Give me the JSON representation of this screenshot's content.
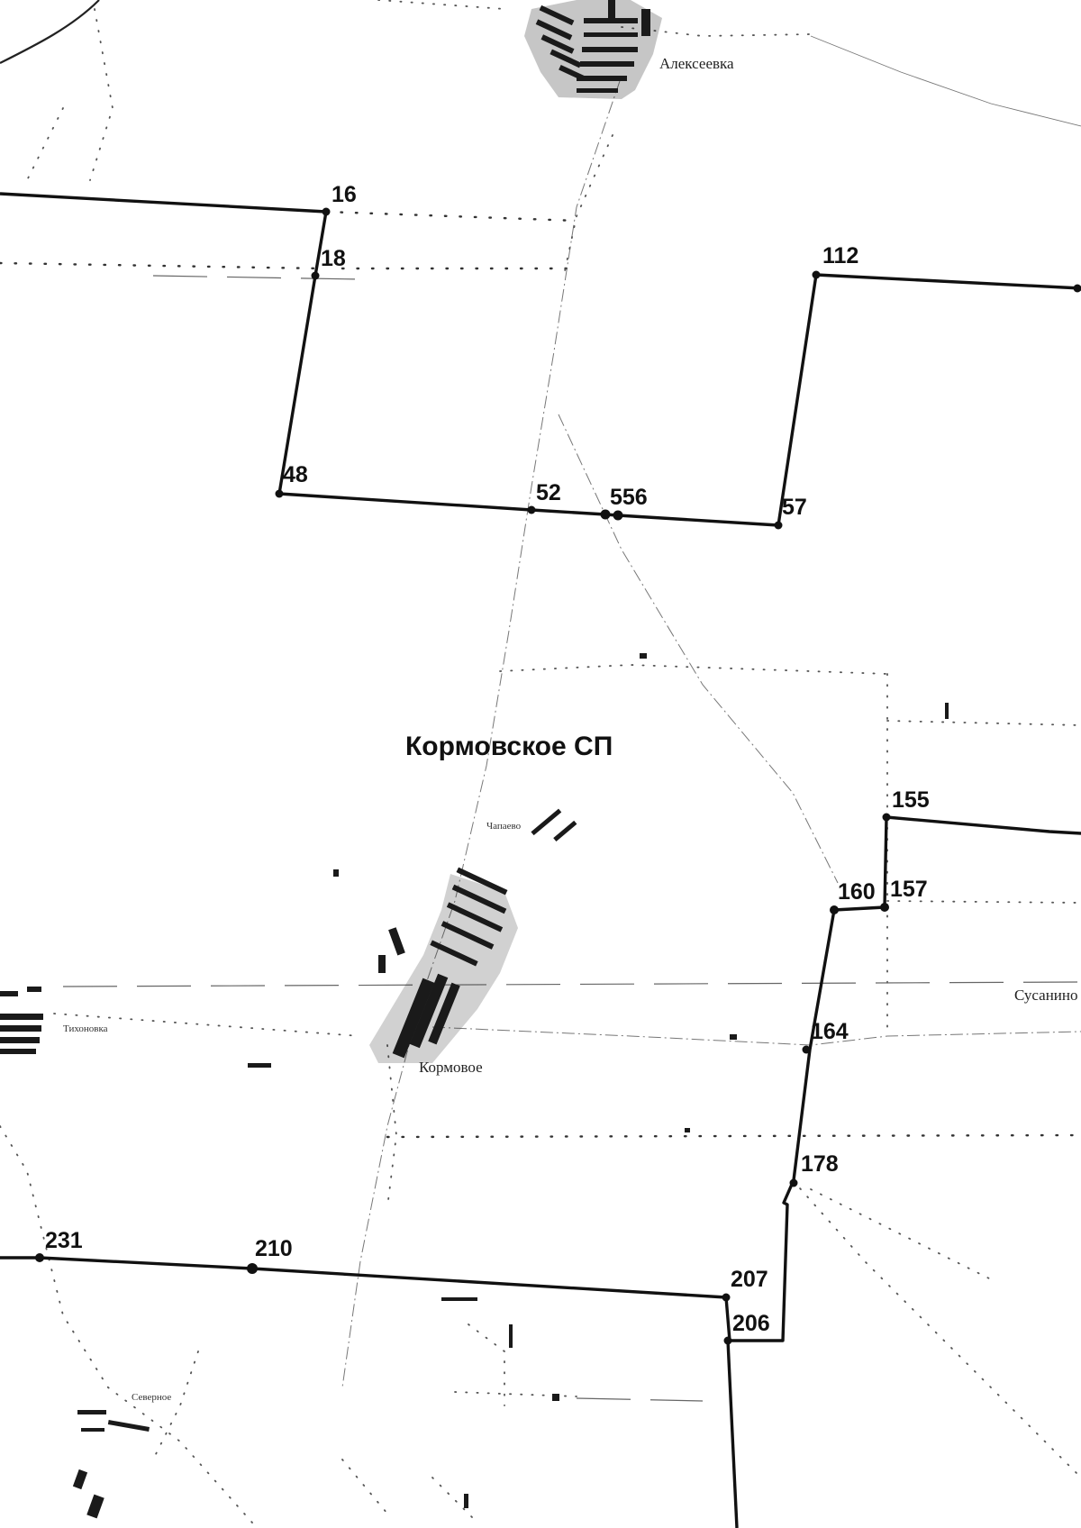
{
  "region_label": "Кормовское СП",
  "settlements": {
    "alekseevka": "Алексеевка",
    "kormovoe": "Кормовое",
    "tikhonovka": "Тихоновка",
    "susanino": "Сусанино",
    "chapaevo": "Чапаево",
    "severnoe": "Северное"
  },
  "points": [
    {
      "id": "16",
      "label": "16"
    },
    {
      "id": "18",
      "label": "18"
    },
    {
      "id": "48",
      "label": "48"
    },
    {
      "id": "52",
      "label": "52"
    },
    {
      "id": "556",
      "label": "556"
    },
    {
      "id": "57",
      "label": "57"
    },
    {
      "id": "112",
      "label": "112"
    },
    {
      "id": "155",
      "label": "155"
    },
    {
      "id": "157",
      "label": "157"
    },
    {
      "id": "160",
      "label": "160"
    },
    {
      "id": "164",
      "label": "164"
    },
    {
      "id": "178",
      "label": "178"
    },
    {
      "id": "231",
      "label": "231"
    },
    {
      "id": "210",
      "label": "210"
    },
    {
      "id": "207",
      "label": "207"
    },
    {
      "id": "206",
      "label": "206"
    }
  ],
  "map_style": {
    "background": "#ffffff",
    "boundary_color": "#111111",
    "road_color": "#333333"
  }
}
